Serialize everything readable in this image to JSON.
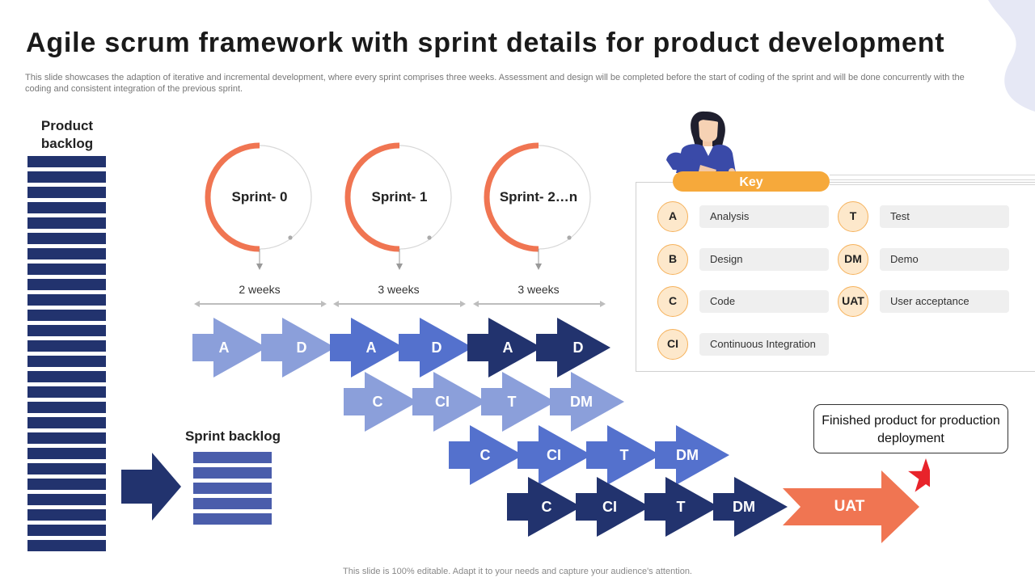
{
  "header": {
    "title": "Agile scrum framework with sprint details for product development",
    "subtitle": "This slide showcases the adaption of iterative and incremental development, where every sprint comprises three weeks. Assessment and design will be completed before the start of coding of the sprint and will be done concurrently with the coding and consistent integration of the previous sprint."
  },
  "product_backlog": {
    "title": "Product backlog"
  },
  "sprint_backlog": {
    "title": "Sprint backlog"
  },
  "sprints": [
    {
      "label": "Sprint- 0",
      "duration": "2 weeks"
    },
    {
      "label": "Sprint- 1",
      "duration": "3 weeks"
    },
    {
      "label": "Sprint- 2…n",
      "duration": "3 weeks"
    }
  ],
  "flow": {
    "row1": [
      "A",
      "D",
      "A",
      "D",
      "A",
      "D"
    ],
    "row2": [
      "C",
      "CI",
      "T",
      "DM"
    ],
    "row3": [
      "C",
      "CI",
      "T",
      "DM"
    ],
    "row4": [
      "C",
      "CI",
      "T",
      "DM"
    ],
    "final": "UAT"
  },
  "key": {
    "title": "Key",
    "items": [
      {
        "abbr": "A",
        "label": "Analysis"
      },
      {
        "abbr": "B",
        "label": "Design"
      },
      {
        "abbr": "C",
        "label": "Code"
      },
      {
        "abbr": "CI",
        "label": "Continuous Integration"
      },
      {
        "abbr": "T",
        "label": "Test"
      },
      {
        "abbr": "DM",
        "label": "Demo"
      },
      {
        "abbr": "UAT",
        "label": "User acceptance"
      }
    ]
  },
  "finished_product": "Finished product for production deployment",
  "footer": "This slide is 100% editable. Adapt it to your needs and capture your audience's attention.",
  "colors": {
    "light_blue": "#8b9fda",
    "mid_blue": "#5471cd",
    "dark_navy": "#22336e",
    "orange": "#f07552",
    "key_orange": "#f6a93b",
    "star_red": "#e8232a"
  }
}
